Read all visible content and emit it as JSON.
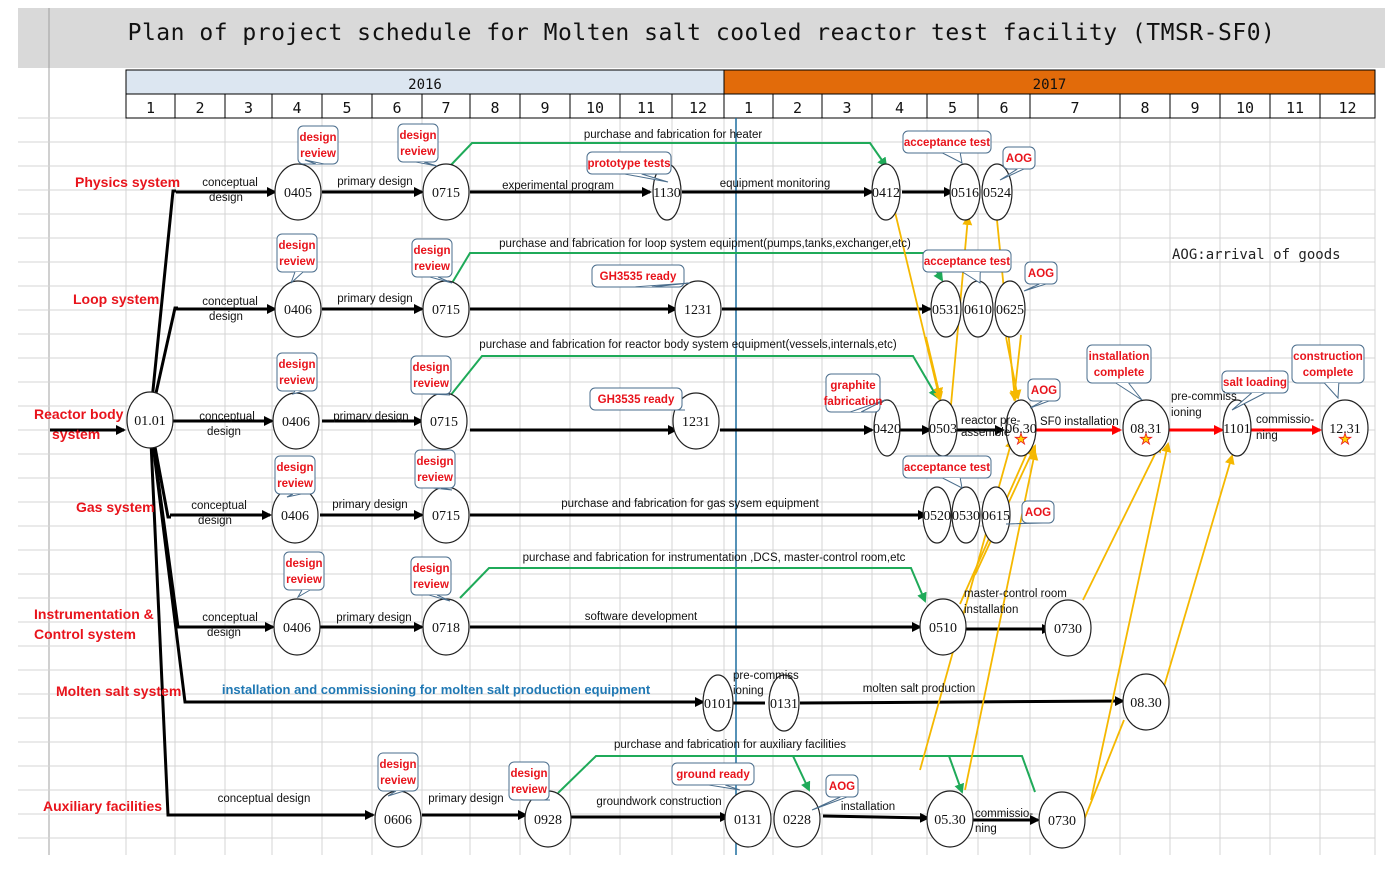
{
  "title": "Plan of project schedule for Molten salt cooled reactor test facility (TMSR-SF0)",
  "colors": {
    "year2016": "#dce6f1",
    "year2017": "#e26b0a",
    "system_label": "#e8141c",
    "flow_arrow": "#000000",
    "purchase_arrow": "#1faa59",
    "delivery_line": "#f5b800",
    "critical_path": "#ff0000",
    "today_line": "#1f6f9f",
    "blue_activity": "#1f78b4"
  },
  "timeline": {
    "years": [
      {
        "label": "2016",
        "months": [
          "1",
          "2",
          "3",
          "4",
          "5",
          "6",
          "7",
          "8",
          "9",
          "10",
          "11",
          "12"
        ]
      },
      {
        "label": "2017",
        "months": [
          "1",
          "2",
          "3",
          "4",
          "5",
          "6",
          "7",
          "8",
          "9",
          "10",
          "11",
          "12"
        ]
      }
    ]
  },
  "note": "AOG:arrival of goods",
  "systems": [
    {
      "id": "physics",
      "label": "Physics system"
    },
    {
      "id": "loop",
      "label": "Loop system"
    },
    {
      "id": "reactor",
      "label": "Reactor body system"
    },
    {
      "id": "gas",
      "label": "Gas system"
    },
    {
      "id": "ic",
      "label": "Instrumentation & Control system"
    },
    {
      "id": "salt",
      "label": "Molten salt system"
    },
    {
      "id": "aux",
      "label": "Auxiliary facilities"
    }
  ],
  "start_node": "01.01",
  "nodes": {
    "ph_0405": "0405",
    "ph_0715": "0715",
    "ph_1130": "1130",
    "ph_0412": "0412",
    "ph_0516": "0516",
    "ph_0524": "0524",
    "lp_0406": "0406",
    "lp_0715": "0715",
    "lp_1231": "1231",
    "lp_0531": "0531",
    "lp_0610": "0610",
    "lp_0625": "0625",
    "rb_0406": "0406",
    "rb_0715": "0715",
    "rb_1231": "1231",
    "rb_0420": "0420",
    "rb_0503": "0503",
    "rb_0630": "06.30",
    "rb_0831": "08.31",
    "rb_1101": "1101",
    "rb_1231b": "12.31",
    "gs_0406": "0406",
    "gs_0715": "0715",
    "gs_0520": "0520",
    "gs_0530": "0530",
    "gs_0615": "0615",
    "ic_0406": "0406",
    "ic_0718": "0718",
    "ic_0510": "0510",
    "ic_0730": "0730",
    "ms_0101": "0101",
    "ms_0131": "0131",
    "ms_0830": "08.30",
    "ax_0606": "0606",
    "ax_0928": "0928",
    "ax_0131": "0131",
    "ax_0228": "0228",
    "ax_0530": "05.30",
    "ax_0730": "0730"
  },
  "activities": {
    "conceptual_design": "conceptual design",
    "conceptual": "conceptual",
    "design": "design",
    "primary_design": "primary design",
    "experimental_program": "experimental program",
    "equipment_monitoring": "equipment monitoring",
    "heater": "purchase and fabrication for heater",
    "loop_purchase": "purchase and fabrication for loop system equipment(pumps,tanks,exchanger,etc)",
    "reactor_purchase": "purchase and fabrication for reactor body system equipment(vessels,internals,etc)",
    "gas_purchase": "purchase and fabrication for gas sysem equipment",
    "ic_purchase": "purchase and fabrication for instrumentation ,DCS, master-control room,etc",
    "software": "software development",
    "mcr_install_1": "master-control room",
    "mcr_install_2": "installation",
    "salt_install": "installation and commissioning for molten salt production equipment",
    "pre_comm_1": "pre-commiss",
    "pre_comm_2": "ioning",
    "salt_production": "molten salt production",
    "reactor_preassemble_1": "reactor pre-",
    "reactor_preassemble_2": "assemble",
    "sf0_install": "SF0 installation",
    "commissio_1": "commissio-",
    "commissio_2": "ning",
    "aux_purchase": "purchase and fabrication for auxiliary facilities",
    "groundwork": "groundwork  construction",
    "installation": "installation",
    "conceptual_design_aux": "conceptual   design"
  },
  "callouts": {
    "design_review_1": "design",
    "design_review_2": "review",
    "prototype_tests": "prototype tests",
    "acceptance_test": "acceptance test",
    "aog": "AOG",
    "gh3535_ready": "GH3535 ready",
    "graphite_1": "graphite",
    "graphite_2": "fabrication",
    "installation_complete_1": "installation",
    "installation_complete_2": "complete",
    "salt_loading": "salt loading",
    "construction_complete_1": "construction",
    "construction_complete_2": "complete",
    "ground_ready": "ground ready"
  },
  "icons": {
    "milestone_star": "star-icon"
  }
}
